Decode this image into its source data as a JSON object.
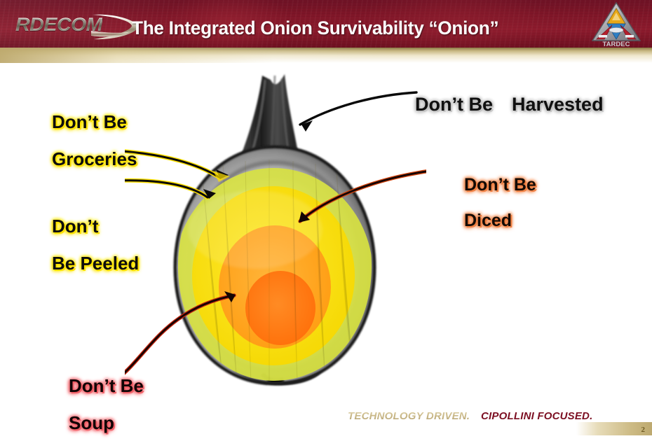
{
  "header": {
    "org_logo_text": "RDECOM",
    "title": "The Integrated Onion Survivability “Onion”",
    "badge_text": "TARDEC",
    "bar_color": "#7d1527",
    "gold_band_color": "#c8b984"
  },
  "diagram": {
    "name": "integrated-onion-survivability-diagram",
    "description": "Cutaway onion photograph with concentric colored survivability layers",
    "layers": [
      {
        "name": "outer-skin",
        "label": "Don’t Be Harvested",
        "color": "#3a3a3a"
      },
      {
        "name": "peel-layer",
        "label": "Don’t Be Groceries",
        "color": "#d8e04a"
      },
      {
        "name": "yellow-layer",
        "label": "Don’t Be Peeled",
        "color": "#ffe000"
      },
      {
        "name": "amber-layer",
        "label": "Don’t Be Diced",
        "color": "#ffa51e"
      },
      {
        "name": "core",
        "label": "Don’t Be Soup",
        "color": "#ff7a10"
      }
    ]
  },
  "callouts": {
    "harvested": {
      "line1": "Don’t Be",
      "line2": "Harvested",
      "glow": "#bdbdbd"
    },
    "groceries": {
      "line1": "Don’t Be",
      "line2": "Groceries",
      "glow": "#ffe000"
    },
    "peeled": {
      "line1": "Don’t",
      "line2": "Be Peeled",
      "glow": "#ffe000"
    },
    "diced": {
      "line1": "Don’t Be",
      "line2": "Diced",
      "glow": "#ef7a3a"
    },
    "soup": {
      "line1": "Don’t Be",
      "line2": "Soup",
      "glow": "#f0565e"
    }
  },
  "footer": {
    "tagline_left": "TECHNOLOGY DRIVEN.",
    "tagline_right_light": "CIPOLLINI ",
    "tagline_right_bold": "FOCUSED.",
    "page_number": "2"
  }
}
